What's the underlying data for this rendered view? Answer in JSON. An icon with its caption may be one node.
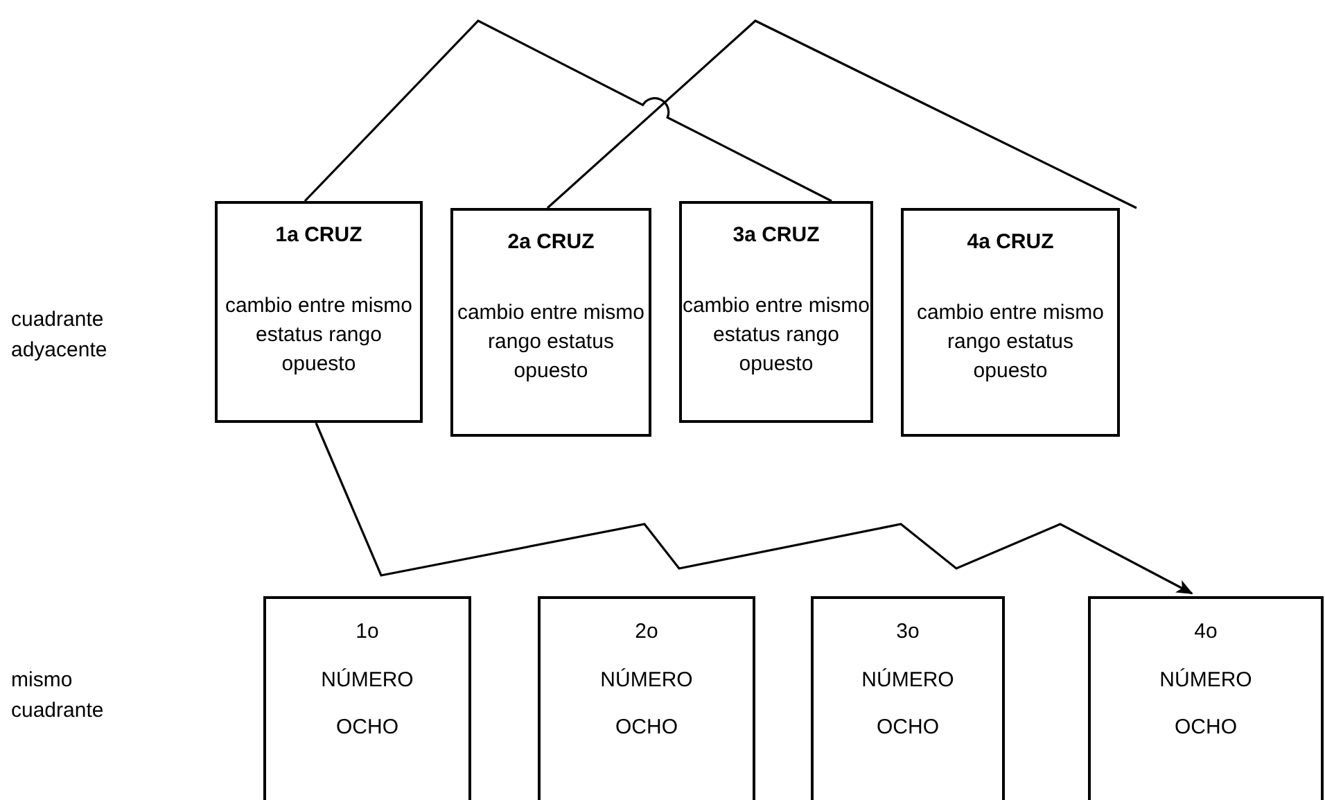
{
  "diagram": {
    "nodes": [
      {
        "text": [
          "1a CRUZ",
          "cambio entre mismo estatus rango opuesto"
        ]
      },
      {
        "text": [
          "2a CRUZ",
          "cambio entre mismo rango estatus opuesto"
        ]
      },
      {
        "text": [
          "3a CRUZ",
          "cambio entre mismo estatus rango opuesto"
        ]
      },
      {
        "text": [
          "4a CRUZ",
          "cambio entre mismo rango estatus opuesto"
        ]
      },
      {
        "text": [
          "1o",
          "NÚMERO OCHO"
        ]
      },
      {
        "text": [
          "2o",
          "NÚMERO OCHO"
        ]
      },
      {
        "text": [
          "3o",
          "NÚMERO OCHO"
        ]
      },
      {
        "text": [
          "4o",
          "NÚMERO OCHO"
        ]
      }
    ],
    "edges": [
      {
        "from": 0,
        "to": 2,
        "arrow": "none"
      },
      {
        "from": 1,
        "to": 3,
        "arrow": "none"
      },
      {
        "from": 0,
        "to": 7,
        "arrow": "to"
      }
    ],
    "labels": [
      "cuadrante adyacente",
      "mismo cuadrante"
    ]
  }
}
